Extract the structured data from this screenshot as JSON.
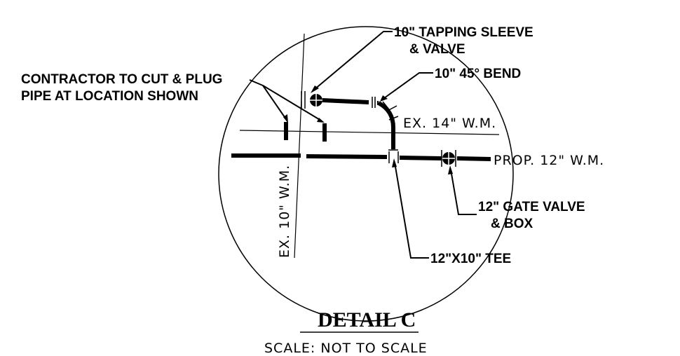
{
  "labels": {
    "tapping_sleeve_line1": "10\" TAPPING SLEEVE",
    "tapping_sleeve_line2": "& VALVE",
    "bend": "10\" 45° BEND",
    "contractor_line1": "CONTRACTOR TO CUT & PLUG",
    "contractor_line2": "PIPE AT LOCATION SHOWN",
    "ex_14_wm": "EX. 14\" W.M.",
    "prop_12_wm": "PROP. 12\" W.M.",
    "ex_10_wm": "EX. 10\" W.M.",
    "gate_valve_line1": "12\" GATE VALVE",
    "gate_valve_line2": "& BOX",
    "tee": "12\"X10\" TEE"
  },
  "title": {
    "text": "DETAIL C",
    "scale": "SCALE: NOT TO SCALE"
  }
}
